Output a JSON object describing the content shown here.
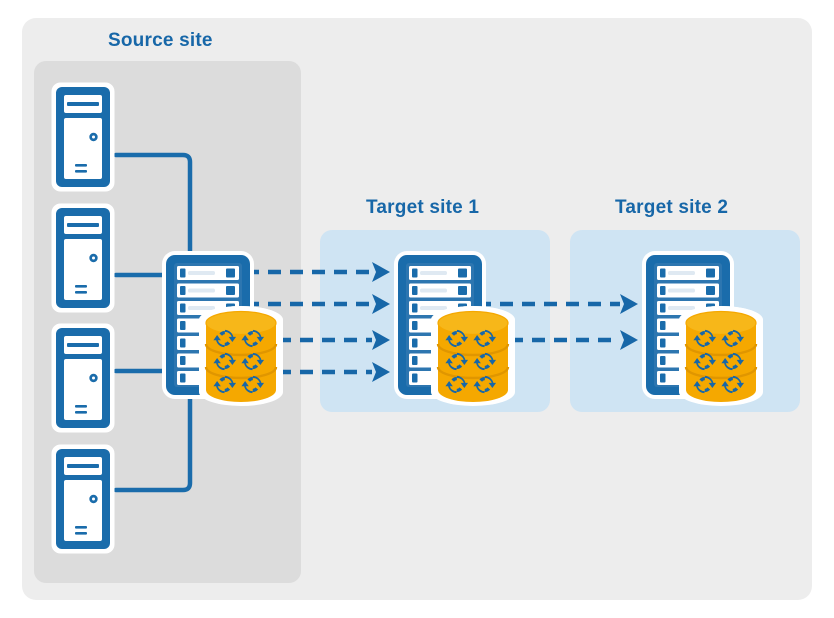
{
  "diagram": {
    "title_text_visible": false,
    "colors": {
      "page_background": "#ffffff",
      "card_background": "#ededed",
      "source_panel": "#dcdcdc",
      "target_panel": "#cfe4f3",
      "accent_blue": "#1767a8",
      "accent_blue_dark": "#135a93",
      "database_orange": "#f5a800",
      "database_orange_dark": "#e09600",
      "icon_white": "#ffffff"
    }
  },
  "panels": {
    "source": {
      "label": "Source site"
    },
    "target_1": {
      "label": "Target site 1"
    },
    "target_2": {
      "label": "Target site 2"
    }
  },
  "nodes": {
    "workstations": [
      {
        "name": "workstation-1",
        "label": ""
      },
      {
        "name": "workstation-2",
        "label": ""
      },
      {
        "name": "workstation-3",
        "label": ""
      },
      {
        "name": "workstation-4",
        "label": ""
      }
    ],
    "servers": [
      {
        "name": "source-server",
        "slots": 7,
        "detailed_slots": 3,
        "database_bands": 3,
        "database_icons_per_band": 2
      },
      {
        "name": "target-1-server",
        "slots": 7,
        "detailed_slots": 3,
        "database_bands": 3,
        "database_icons_per_band": 2
      },
      {
        "name": "target-2-server",
        "slots": 7,
        "detailed_slots": 3,
        "database_bands": 3,
        "database_icons_per_band": 2
      }
    ]
  },
  "connections": {
    "workstation_links": 4,
    "source_to_target_1_arrows": 4,
    "target_1_to_target_2_arrows": 2,
    "arrow_style": "dashed",
    "link_style": "solid"
  },
  "icons": {
    "database_band_glyph": "sync-recycle-icon",
    "server_rack_glyph": "server-rack-icon",
    "workstation_glyph": "desktop-tower-icon",
    "arrow_glyph": "arrow-right-icon"
  }
}
